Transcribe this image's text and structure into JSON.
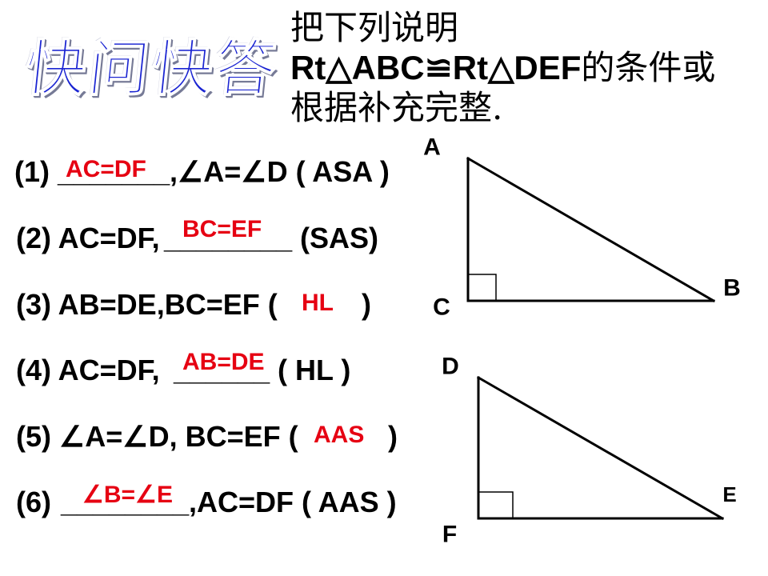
{
  "header": {
    "badge": "快问快答",
    "title": {
      "line1": "把下列说明",
      "line2_formula": "Rt△ABC≌Rt△DEF",
      "line2_tail": "的条件或",
      "line3": "根据补充完整."
    }
  },
  "questions": [
    {
      "prefix": "(1)",
      "blank": "_______",
      "answer": "AC=DF",
      "suffix": ",∠A=∠D ( ASA )"
    },
    {
      "prefix": "(2) AC=DF,",
      "blank": "________",
      "answer": "BC=EF",
      "suffix": " (SAS)"
    },
    {
      "prefix": "(3) AB=DE,BC=EF (",
      "answer": "HL",
      "suffix": ")"
    },
    {
      "prefix": "(4) AC=DF,",
      "blank": "______",
      "answer": "AB=DE",
      "suffix": " ( HL )"
    },
    {
      "prefix": "(5) ∠A=∠D, BC=EF (",
      "answer": "AAS",
      "suffix": ")"
    },
    {
      "prefix": "(6)",
      "blank": "________",
      "answer": "∠B=∠E",
      "suffix": ",AC=DF ( AAS )"
    }
  ],
  "diagram": {
    "triangle_abc": {
      "vertex_a": "A",
      "vertex_b": "B",
      "vertex_c": "C"
    },
    "triangle_def": {
      "vertex_d": "D",
      "vertex_e": "E",
      "vertex_f": "F"
    }
  },
  "colors": {
    "text": "#000000",
    "answer": "#e60012",
    "badge": "#1a24d2",
    "background": "#ffffff"
  }
}
